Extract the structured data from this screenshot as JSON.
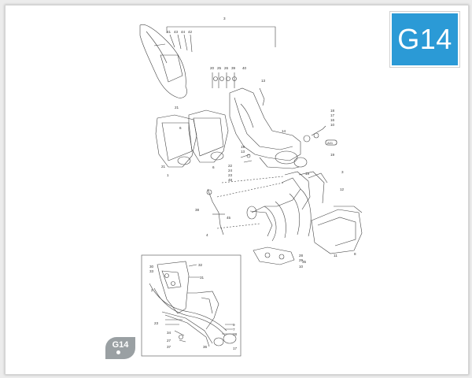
{
  "badge": {
    "code": "G14"
  },
  "corner_tag": {
    "code": "G14"
  },
  "inset_badge": {
    "code": "A01"
  },
  "callouts": {
    "top": "3",
    "c41": "41",
    "c43": "43",
    "c44": "44",
    "c42": "42",
    "c20": "20",
    "c25": "25",
    "c26": "26",
    "c39": "39",
    "c40": "40",
    "c13": "13",
    "c18": "18",
    "c17": "17",
    "c16": "16",
    "c10": "10",
    "c14": "14",
    "c21": "21",
    "c6": "6",
    "c1": "1",
    "c21b": "21",
    "c22": "22",
    "c24": "24",
    "c23": "23",
    "c48": "48",
    "c19b": "19",
    "c13b": "13",
    "c3b": "3",
    "c19": "19",
    "c12": "12",
    "c38": "38",
    "c45": "45",
    "c4": "4",
    "c35": "35",
    "c28": "28",
    "c29": "29",
    "c10b": "10",
    "c11": "11",
    "c8": "8",
    "i32": "32",
    "i30": "30",
    "i33": "33",
    "i31": "31",
    "i2": "2",
    "i23": "23",
    "i34": "34",
    "i27": "27",
    "i37": "37",
    "i9": "9",
    "i7": "7",
    "i28": "28",
    "i36": "36",
    "i17": "17"
  }
}
